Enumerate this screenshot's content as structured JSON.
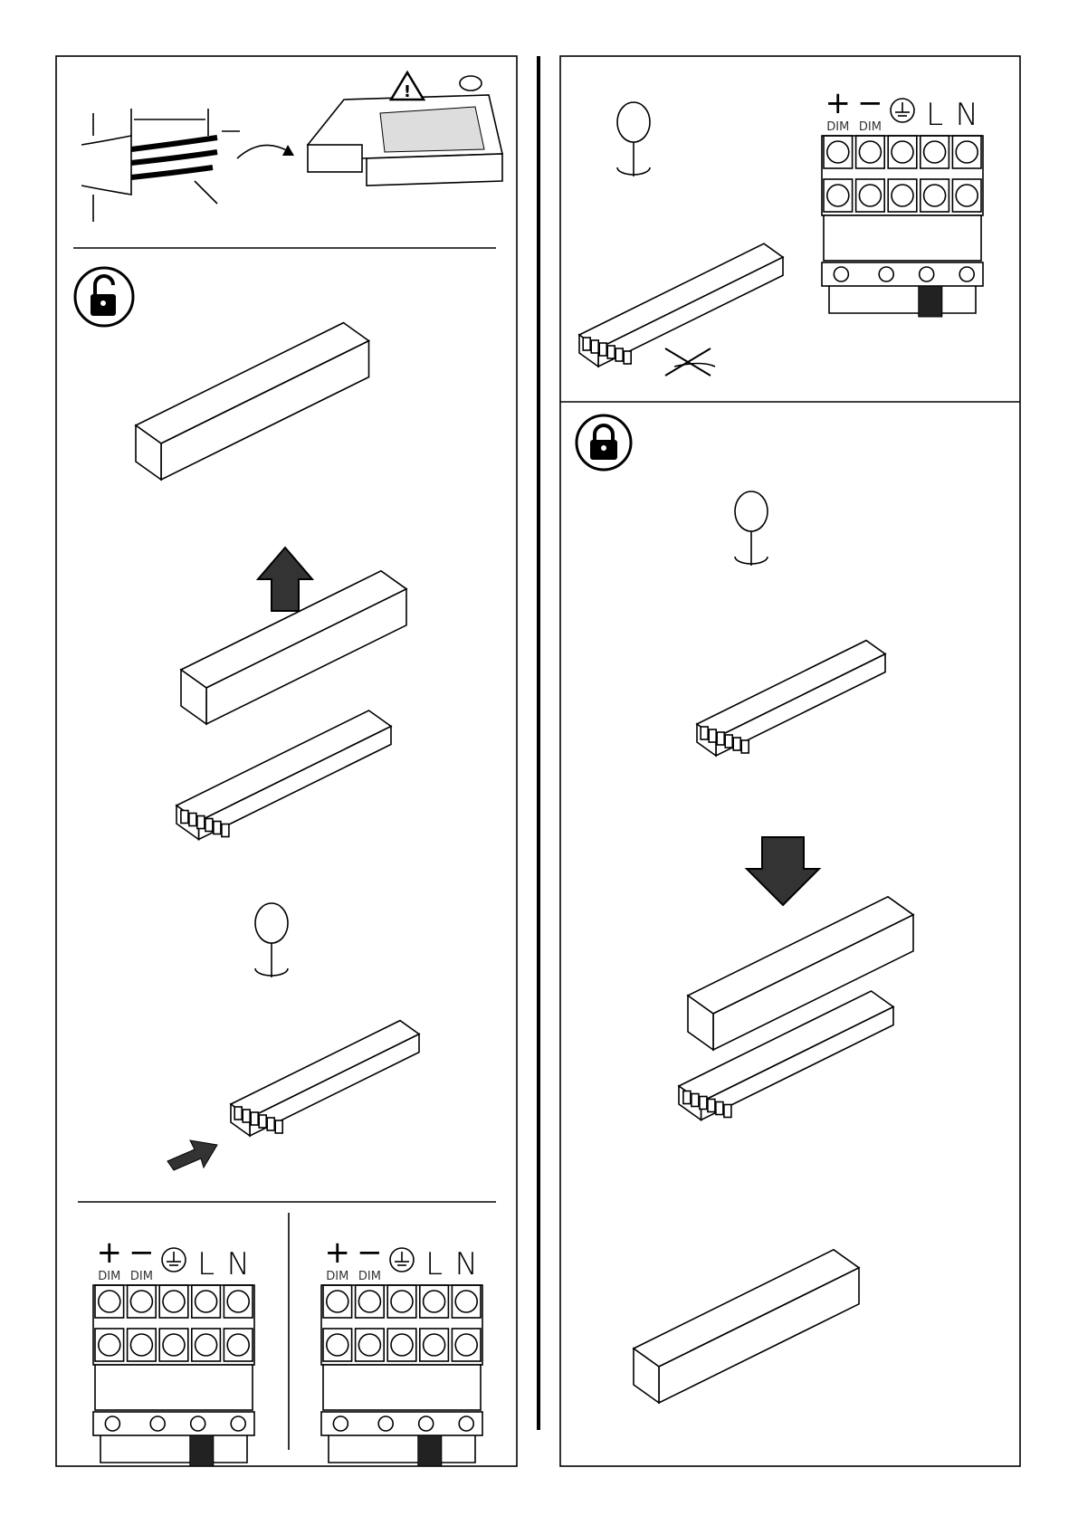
{
  "terminal_labels": {
    "plus_dim": {
      "sign": "+",
      "text": "DIM"
    },
    "minus_dim": {
      "sign": "−",
      "text": "DIM"
    },
    "earth": "earth-symbol",
    "live": "L",
    "neutral": "N"
  },
  "icons": {
    "unlock": "unlocked-padlock-icon",
    "lock": "locked-padlock-icon",
    "warning": "warning-triangle-icon",
    "remove_cover": "arrow-up-icon",
    "replace_cover": "arrow-down-icon",
    "screwdriver": "screwdriver-icon",
    "no_clamp": "crossed-clamp-icon"
  },
  "warning_symbol": "!"
}
